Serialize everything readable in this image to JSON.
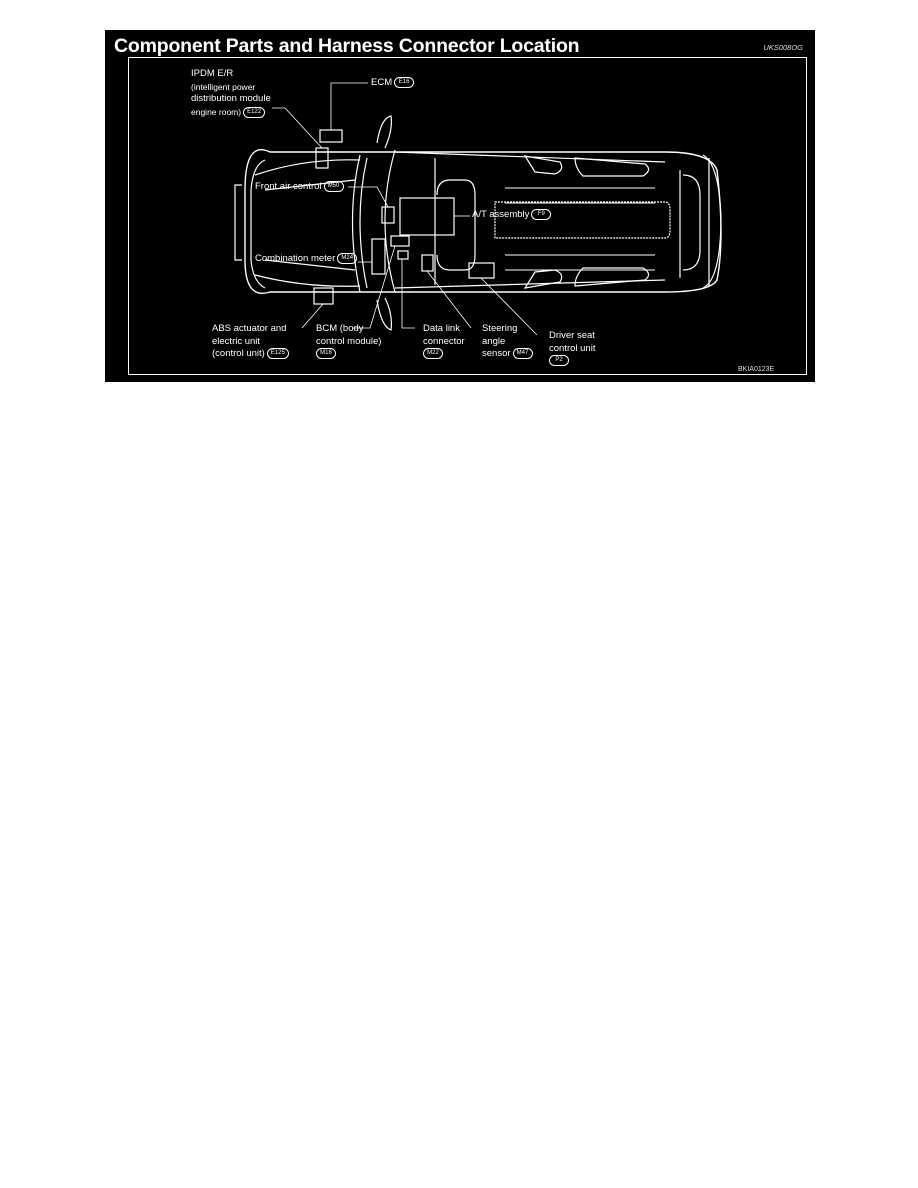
{
  "diagram": {
    "title": "Component Parts and Harness Connector Location",
    "ref_code_top": "UKS008OG",
    "ref_code_bottom": "BKIA0123E",
    "colors": {
      "background": "#000000",
      "lines": "#ffffff",
      "page": "#ffffff"
    },
    "components": [
      {
        "id": "ipdm",
        "label_lines": [
          "IPDM E/R",
          "(intelligent power",
          "distribution module",
          "engine room)"
        ],
        "connector": "E122"
      },
      {
        "id": "ecm",
        "label": "ECM",
        "connector": "E16"
      },
      {
        "id": "front-air-control",
        "label": "Front air control",
        "connector": "M50"
      },
      {
        "id": "at-assembly",
        "label": "A/T assembly",
        "connector": "F9"
      },
      {
        "id": "combination-meter",
        "label": "Combination meter",
        "connector": "M24"
      },
      {
        "id": "abs",
        "label_lines": [
          "ABS actuator and",
          "electric unit",
          "(control unit)"
        ],
        "connector": "E125"
      },
      {
        "id": "bcm",
        "label_lines": [
          "BCM (body",
          "control module)"
        ],
        "connector": "M18"
      },
      {
        "id": "data-link",
        "label_lines": [
          "Data link",
          "connector"
        ],
        "connector": "M22"
      },
      {
        "id": "steering-angle",
        "label_lines": [
          "Steering",
          "angle",
          "sensor"
        ],
        "connector": "M47"
      },
      {
        "id": "driver-seat",
        "label_lines": [
          "Driver seat",
          "control unit"
        ],
        "connector": "P2"
      }
    ]
  }
}
